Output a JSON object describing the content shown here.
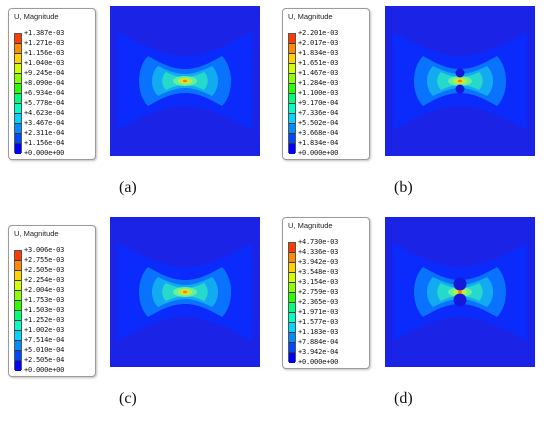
{
  "legend_colors": [
    "#0000ff",
    "#0047ff",
    "#008cff",
    "#00d4ff",
    "#00ffc4",
    "#00ff78",
    "#28ff00",
    "#8cff00",
    "#d2ff00",
    "#ffd200",
    "#ff8c00",
    "#ff3c00"
  ],
  "panels": [
    {
      "caption": "(a)",
      "legend_title": "U, Magnitude",
      "legend_values": [
        "+1.387e-03",
        "+1.271e-03",
        "+1.156e-03",
        "+1.040e-03",
        "+9.245e-04",
        "+8.090e-04",
        "+6.934e-04",
        "+5.778e-04",
        "+4.623e-04",
        "+3.467e-04",
        "+2.311e-04",
        "+1.156e-04",
        "+0.000e+00"
      ]
    },
    {
      "caption": "(b)",
      "legend_title": "U, Magnitude",
      "legend_values": [
        "+2.201e-03",
        "+2.017e-03",
        "+1.834e-03",
        "+1.651e-03",
        "+1.467e-03",
        "+1.284e-03",
        "+1.100e-03",
        "+9.170e-04",
        "+7.336e-04",
        "+5.502e-04",
        "+3.668e-04",
        "+1.834e-04",
        "+0.000e+00"
      ]
    },
    {
      "caption": "(c)",
      "legend_title": "U, Magnitude",
      "legend_values": [
        "+3.006e-03",
        "+2.755e-03",
        "+2.505e-03",
        "+2.254e-03",
        "+2.004e-03",
        "+1.753e-03",
        "+1.503e-03",
        "+1.252e-03",
        "+1.002e-03",
        "+7.514e-04",
        "+5.010e-04",
        "+2.505e-04",
        "+0.000e+00"
      ]
    },
    {
      "caption": "(d)",
      "legend_title": "U, Magnitude",
      "legend_values": [
        "+4.730e-03",
        "+4.336e-03",
        "+3.942e-03",
        "+3.548e-03",
        "+3.154e-03",
        "+2.759e-03",
        "+2.365e-03",
        "+1.971e-03",
        "+1.577e-03",
        "+1.183e-03",
        "+7.884e-04",
        "+3.942e-04",
        "+0.000e+00"
      ]
    }
  ]
}
